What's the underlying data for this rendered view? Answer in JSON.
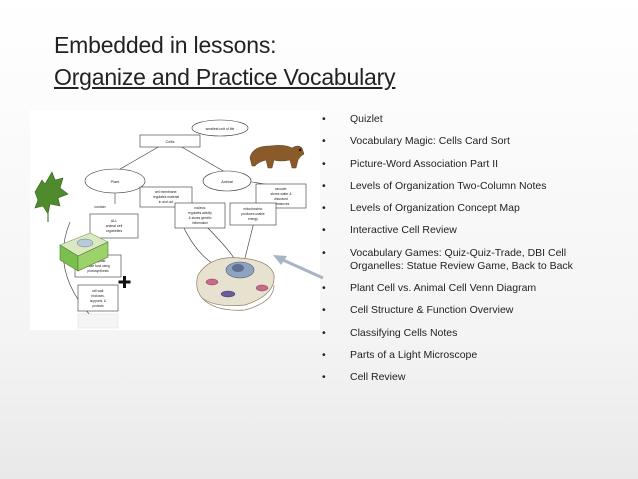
{
  "slide": {
    "title_line1": "Embedded in lessons:",
    "title_line2": "Organize and Practice Vocabulary",
    "bullets": [
      "Quizlet",
      "Vocabulary Magic: Cells Card Sort",
      "Picture-Word Association Part II",
      "Levels of Organization Two-Column Notes",
      "Levels of Organization Concept Map",
      "Interactive Cell Review",
      "Vocabulary Games: Quiz-Quiz-Trade, DBI Cell Organelles: Statue Review Game, Back to Back",
      "Plant Cell vs. Animal Cell Venn Diagram",
      "Cell Structure & Function Overview",
      "Classifying Cells Notes",
      "Parts of a Light Microscope",
      "Cell Review"
    ],
    "bullet_glyph": "•"
  },
  "concept_map": {
    "smallest": "smallest unit of life",
    "cells": "Cells",
    "plant": "Plant",
    "animal": "Animal",
    "cell_membrane_1": "cell membrane:",
    "cell_membrane_2": "regulates material",
    "cell_membrane_3": "in and out",
    "vacuole_1": "vacuole:",
    "vacuole_2": "stores water &",
    "vacuole_3": "dissolved",
    "vacuole_4": "substances",
    "contain": "contain",
    "all_1": "ALL",
    "all_2": "animal cell",
    "all_3": "organelles",
    "nucleus_1": "nucleus:",
    "nucleus_2": "regulates activity",
    "nucleus_3": "& stores genetic",
    "nucleus_4": "information",
    "mito_1": "mitochondria:",
    "mito_2": "produces usable",
    "mito_3": "energy",
    "and": "AND",
    "chloro_1": "chloroplast:",
    "chloro_2": "make food using",
    "chloro_3": "photosynthesis",
    "wall_1": "cell wall:",
    "wall_2": "encloses,",
    "wall_3": "supports, &",
    "wall_4": "protects"
  },
  "colors": {
    "title": "#222222",
    "bear": "#8a5a2b",
    "leaf": "#4f8a2c",
    "arrow": "#a8b4c4",
    "cell_green": "#7bbf4e"
  },
  "icons": [
    "bullet-dot-icon",
    "leaf-icon",
    "bear-icon",
    "plus-icon",
    "plant-cell-icon",
    "animal-cell-icon",
    "arrow-icon"
  ]
}
